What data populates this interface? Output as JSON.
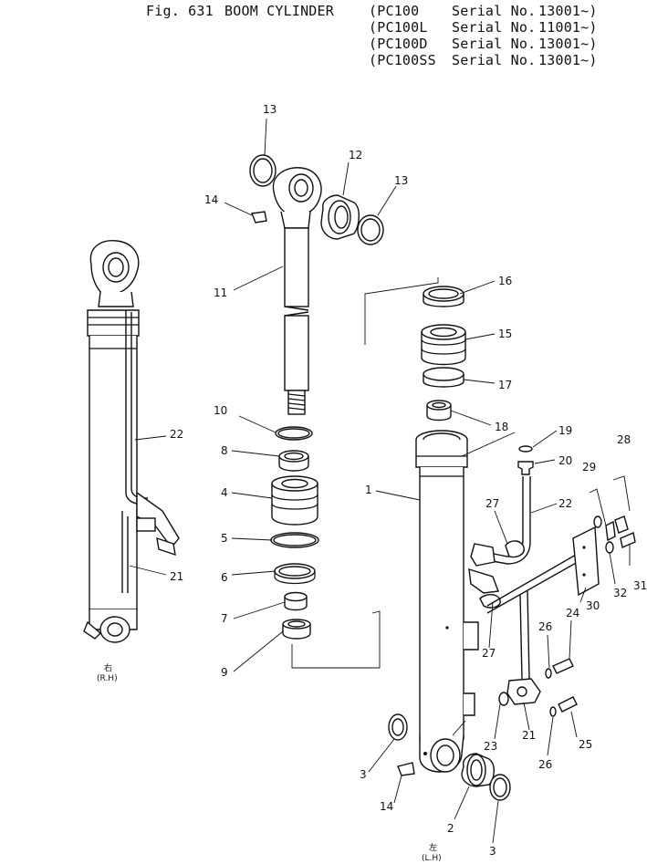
{
  "header": {
    "fig_label": "Fig. 631",
    "title": "BOOM CYLINDER",
    "models": [
      {
        "model": "PC100",
        "serial_label": "Serial No.",
        "serial": "13001~"
      },
      {
        "model": "PC100L",
        "serial_label": "Serial No.",
        "serial": "11001~"
      },
      {
        "model": "PC100D",
        "serial_label": "Serial No.",
        "serial": "13001~"
      },
      {
        "model": "PC100SS",
        "serial_label": "Serial No.",
        "serial": "13001~"
      }
    ]
  },
  "side_labels": {
    "right_kanji": "右",
    "right": "(R.H)",
    "left_kanji": "左",
    "left": "(L.H)"
  },
  "callouts": {
    "c1": "1",
    "c2": "2",
    "c3a": "3",
    "c3b": "3",
    "c4": "4",
    "c5": "5",
    "c6": "6",
    "c7": "7",
    "c8": "8",
    "c9": "9",
    "c10": "10",
    "c11": "11",
    "c12": "12",
    "c13a": "13",
    "c13b": "13",
    "c14a": "14",
    "c14b": "14",
    "c15": "15",
    "c16": "16",
    "c17": "17",
    "c18": "18",
    "c19": "19",
    "c20": "20",
    "c21a": "21",
    "c21b": "21",
    "c22a": "22",
    "c22b": "22",
    "c23": "23",
    "c24": "24",
    "c25": "25",
    "c26a": "26",
    "c26b": "26",
    "c27a": "27",
    "c27b": "27",
    "c28": "28",
    "c29": "29",
    "c30": "30",
    "c31": "31",
    "c32": "32"
  }
}
